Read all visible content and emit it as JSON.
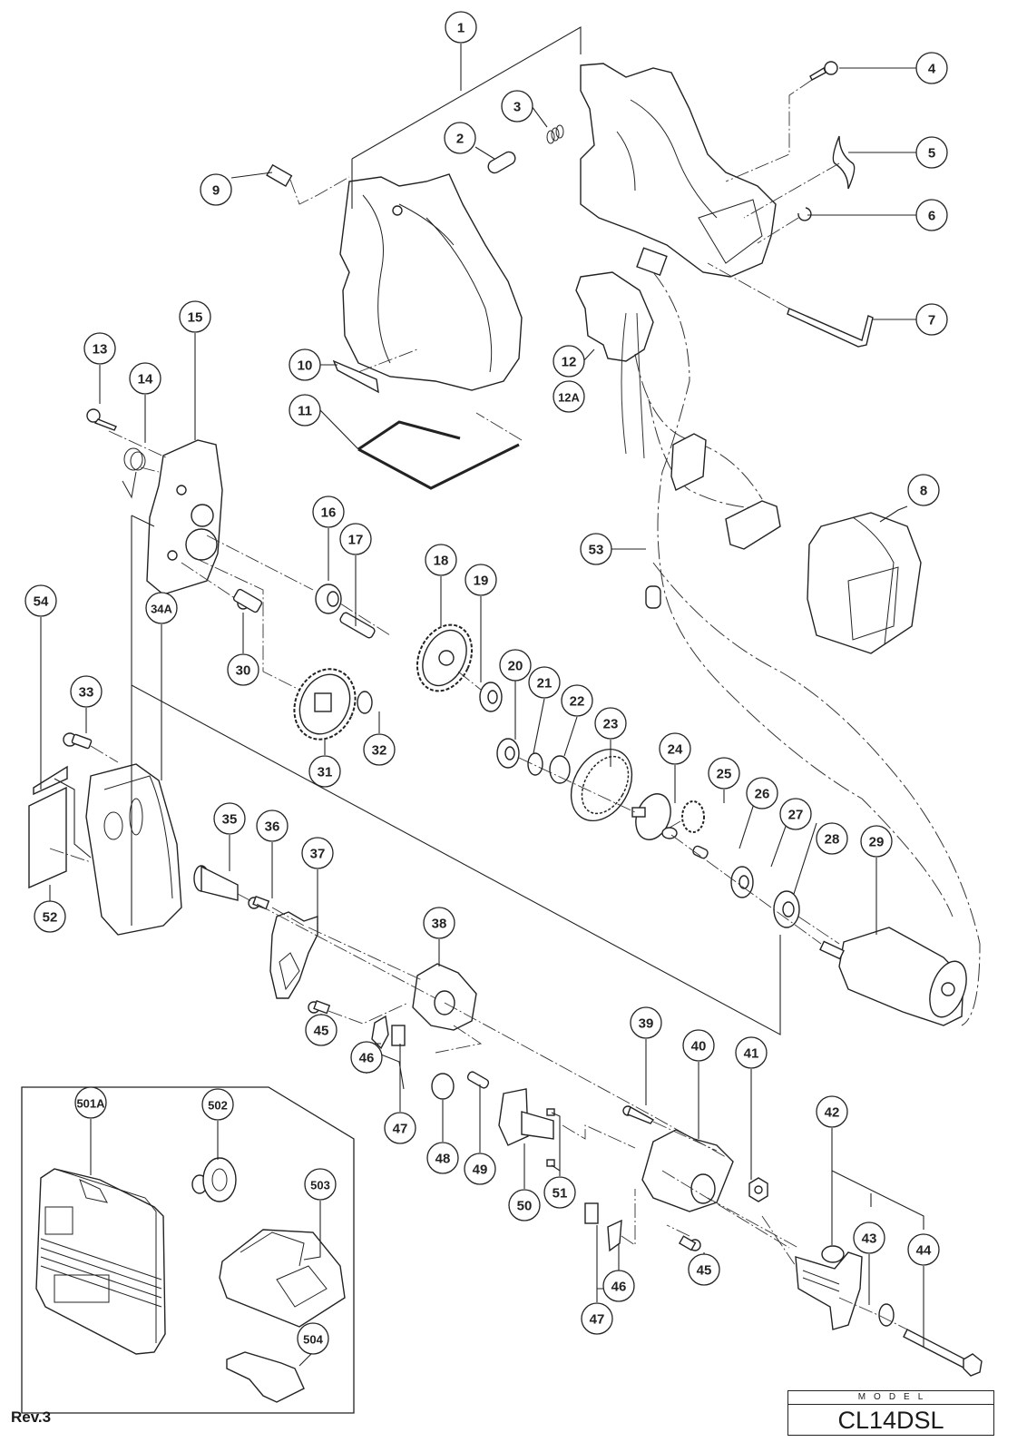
{
  "document": {
    "type": "exploded parts diagram",
    "revision": "Rev.3",
    "model_label": "MODEL",
    "model_number": "CL14DSL"
  },
  "callouts": [
    {
      "id": "1"
    },
    {
      "id": "2"
    },
    {
      "id": "3"
    },
    {
      "id": "4"
    },
    {
      "id": "5"
    },
    {
      "id": "6"
    },
    {
      "id": "7"
    },
    {
      "id": "8"
    },
    {
      "id": "9"
    },
    {
      "id": "10"
    },
    {
      "id": "11"
    },
    {
      "id": "12"
    },
    {
      "id": "12A"
    },
    {
      "id": "13"
    },
    {
      "id": "14"
    },
    {
      "id": "15"
    },
    {
      "id": "16"
    },
    {
      "id": "17"
    },
    {
      "id": "18"
    },
    {
      "id": "19"
    },
    {
      "id": "20"
    },
    {
      "id": "21"
    },
    {
      "id": "22"
    },
    {
      "id": "23"
    },
    {
      "id": "24"
    },
    {
      "id": "25"
    },
    {
      "id": "26"
    },
    {
      "id": "27"
    },
    {
      "id": "28"
    },
    {
      "id": "29"
    },
    {
      "id": "30"
    },
    {
      "id": "31"
    },
    {
      "id": "32"
    },
    {
      "id": "33"
    },
    {
      "id": "34A"
    },
    {
      "id": "35"
    },
    {
      "id": "36"
    },
    {
      "id": "37"
    },
    {
      "id": "38"
    },
    {
      "id": "39"
    },
    {
      "id": "40"
    },
    {
      "id": "41"
    },
    {
      "id": "42"
    },
    {
      "id": "43"
    },
    {
      "id": "44"
    },
    {
      "id": "45"
    },
    {
      "id": "45"
    },
    {
      "id": "46"
    },
    {
      "id": "47"
    },
    {
      "id": "46"
    },
    {
      "id": "47"
    },
    {
      "id": "48"
    },
    {
      "id": "49"
    },
    {
      "id": "50"
    },
    {
      "id": "51"
    },
    {
      "id": "52"
    },
    {
      "id": "53"
    },
    {
      "id": "54"
    },
    {
      "id": "501A"
    },
    {
      "id": "502"
    },
    {
      "id": "503"
    },
    {
      "id": "504"
    }
  ],
  "accessory_box": {
    "items": [
      "501A",
      "502",
      "503",
      "504"
    ]
  }
}
